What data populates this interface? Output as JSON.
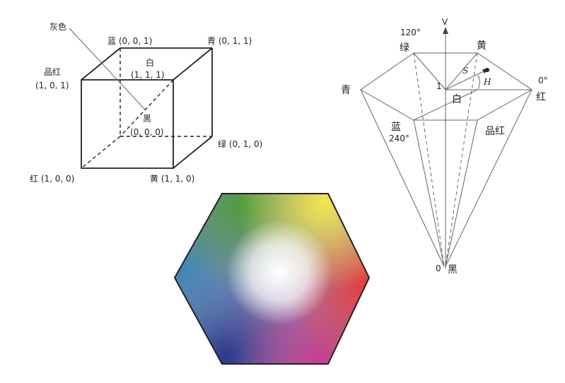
{
  "rgb_cube": {
    "gray_label": "灰色",
    "blue_label": "蓝 (0, 0, 1)",
    "cyan_label": "青 (0, 1, 1)",
    "white_name": "白",
    "white_coord": "(1, 1, 1)",
    "magenta_name": "品红",
    "magenta_coord": "(1, 0, 1)",
    "black_name": "黑",
    "black_coord": "(0, 0, 0)",
    "green_label": "绿 (0, 1, 0)",
    "red_label": "红 (1, 0, 0)",
    "yellow_label": "黄 (1, 1, 0)"
  },
  "hsv_cone": {
    "v_axis": "V",
    "angle_120": "120°",
    "green": "绿",
    "yellow": "黄",
    "cyan": "青",
    "s_label": "S",
    "h_label": "H",
    "angle_0": "0°",
    "one_label": "1",
    "white": "白",
    "red": "红",
    "blue": "蓝",
    "angle_240": "240°",
    "magenta": "品红",
    "zero_label": "0",
    "black": "黑"
  },
  "colors": {
    "line": "#222222",
    "hex_top_left": "#4a9a3c",
    "hex_top_right": "#f2e94a",
    "hex_right": "#e83a3a",
    "hex_bottom_right": "#c43e8e",
    "hex_bottom_left": "#2b3a8f",
    "hex_left": "#3d86b6",
    "hex_center": "#ffffff"
  }
}
